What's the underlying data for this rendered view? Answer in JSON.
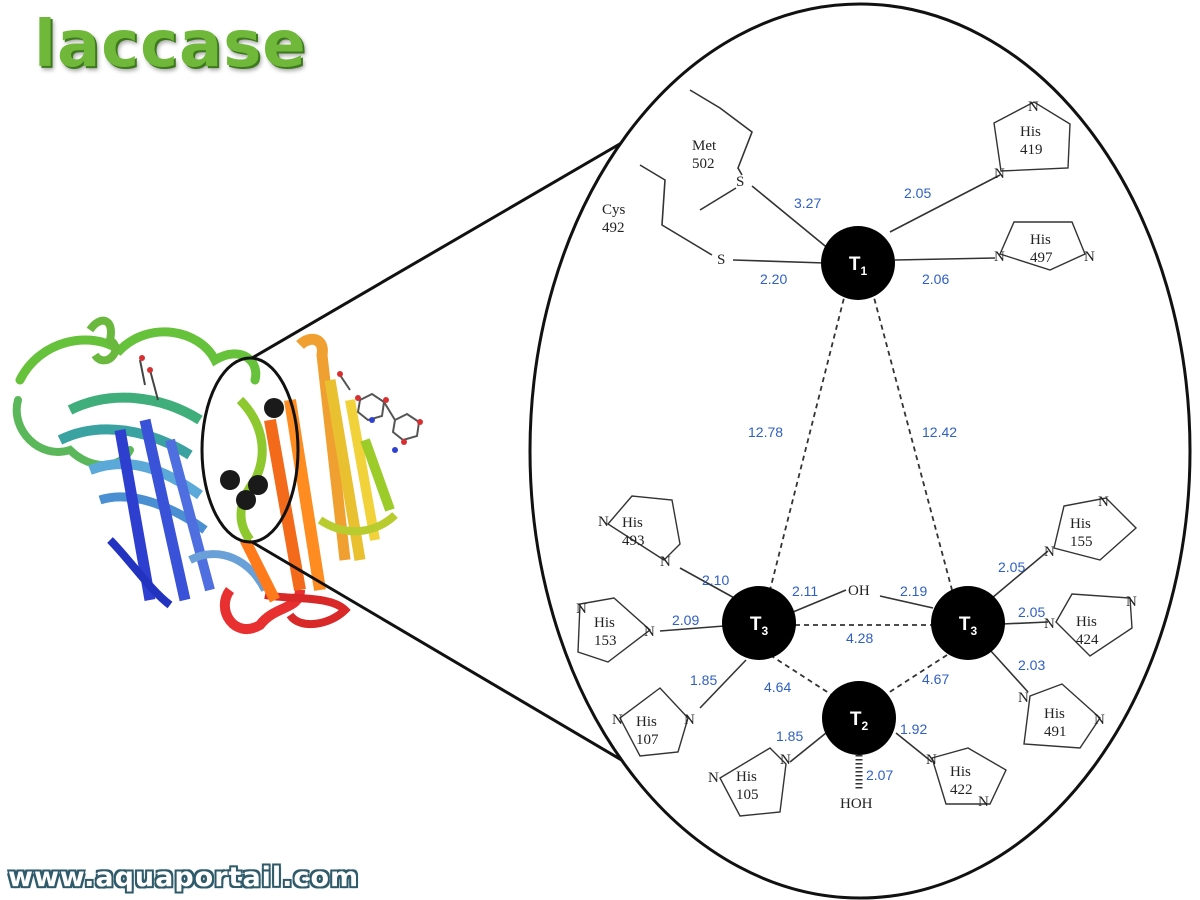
{
  "title": "laccase",
  "website": "www.aquaportail.com",
  "colors": {
    "title_green": "#6fb83a",
    "distance_blue": "#2f5fc4",
    "copper": "#000000"
  },
  "copper_centers": [
    {
      "id": "t1",
      "label": "T",
      "sub": "1"
    },
    {
      "id": "t3a",
      "label": "T",
      "sub": "3"
    },
    {
      "id": "t3b",
      "label": "T",
      "sub": "3"
    },
    {
      "id": "t2",
      "label": "T",
      "sub": "2"
    }
  ],
  "residues": {
    "met502": {
      "name": "Met",
      "num": "502",
      "atom": "S"
    },
    "cys492": {
      "name": "Cys",
      "num": "492",
      "atom": "S"
    },
    "his419": {
      "name": "His",
      "num": "419"
    },
    "his497": {
      "name": "His",
      "num": "497"
    },
    "his493": {
      "name": "His",
      "num": "493"
    },
    "his153": {
      "name": "His",
      "num": "153"
    },
    "his107": {
      "name": "His",
      "num": "107"
    },
    "his105": {
      "name": "His",
      "num": "105"
    },
    "his422": {
      "name": "His",
      "num": "422"
    },
    "his155": {
      "name": "His",
      "num": "155"
    },
    "his424": {
      "name": "His",
      "num": "424"
    },
    "his491": {
      "name": "His",
      "num": "491"
    }
  },
  "atoms": {
    "n": "N",
    "oh": "OH",
    "hoh": "HOH"
  },
  "distances": {
    "met_t1": "3.27",
    "cys_t1": "2.20",
    "his419_t1": "2.05",
    "his497_t1": "2.06",
    "t1_t3a": "12.78",
    "t1_t3b": "12.42",
    "his493_t3a": "2.10",
    "his153_t3a": "2.09",
    "his107_t3a": "1.85",
    "oh_t3a": "2.11",
    "oh_t3b": "2.19",
    "t3a_t3b": "4.28",
    "t3a_t2": "4.64",
    "t3b_t2": "4.67",
    "his155_t3b": "2.05",
    "his424_t3b": "2.05",
    "his491_t3b": "2.03",
    "his105_t2": "1.85",
    "his422_t2": "1.92",
    "hoh_t2": "2.07"
  }
}
